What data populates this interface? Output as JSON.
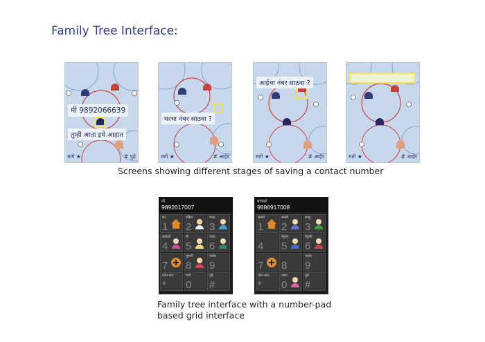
{
  "title": "Family Tree Interface:",
  "screens": [
    {
      "bubble_number": "मी 9892066639",
      "bubble_message": "तुम्ही आता इथे आहात",
      "nav_back": "मागे ★",
      "nav_next": "# पुढे"
    },
    {
      "bubble_prompt": "घरचा नंबर साठवा ?",
      "nav_back": "मागे ★",
      "nav_next": "# आहेर"
    },
    {
      "bubble_prompt": "आईचा नंबर साठवा ?",
      "nav_back": "मागे ★",
      "nav_next": "# आहेर"
    },
    {
      "nav_back": "मागे ★",
      "nav_next": "# आहेर"
    }
  ],
  "caption_top": "Screens showing different stages of saving a contact number",
  "phones": [
    {
      "header_name": "मी",
      "header_number": "9892617007",
      "cells": [
        {
          "label": "घर",
          "num": "1",
          "icon": "house-icon"
        },
        {
          "label": "वडिल",
          "num": "2",
          "icon": "father-icon"
        },
        {
          "label": "भाऊ",
          "num": "3",
          "icon": "brother-icon"
        },
        {
          "label": "बायको",
          "num": "4",
          "icon": "wife-icon"
        },
        {
          "label": "मी",
          "num": "5",
          "icon": "self-icon"
        },
        {
          "label": "भाऊ",
          "num": "6",
          "icon": "brother-icon"
        },
        {
          "label": "",
          "num": "7",
          "icon": "add-icon"
        },
        {
          "label": "मुलगी",
          "num": "8",
          "icon": "daughter-icon"
        },
        {
          "label": "पर्याय",
          "num": "9",
          "icon": ""
        },
        {
          "label": "फोन करा",
          "num": "*",
          "icon": ""
        },
        {
          "label": "मागे",
          "num": "0",
          "icon": ""
        },
        {
          "label": "पुढे",
          "num": "#",
          "icon": ""
        }
      ]
    },
    {
      "header_name": "बायको",
      "header_number": "9886917008",
      "cells": [
        {
          "label": "सासरे",
          "num": "1",
          "icon": "house-icon"
        },
        {
          "label": "सासरे",
          "num": "2",
          "icon": "father-icon"
        },
        {
          "label": "सासू",
          "num": "3",
          "icon": "mother-icon"
        },
        {
          "label": "",
          "num": "4",
          "icon": ""
        },
        {
          "label": "मेहुणा",
          "num": "5",
          "icon": "brother-icon"
        },
        {
          "label": "मेहुणी",
          "num": "6",
          "icon": "sister-icon"
        },
        {
          "label": "",
          "num": "7",
          "icon": "add-icon"
        },
        {
          "label": "",
          "num": "8",
          "icon": ""
        },
        {
          "label": "पर्याय",
          "num": "9",
          "icon": ""
        },
        {
          "label": "फोन करा",
          "num": "*",
          "icon": ""
        },
        {
          "label": "नवरा",
          "num": "0",
          "icon": "husband-icon"
        },
        {
          "label": "पुढे",
          "num": "#",
          "icon": ""
        }
      ]
    }
  ],
  "caption_bottom_line1": "Family tree interface with a number-pad",
  "caption_bottom_line2": "based grid interface"
}
